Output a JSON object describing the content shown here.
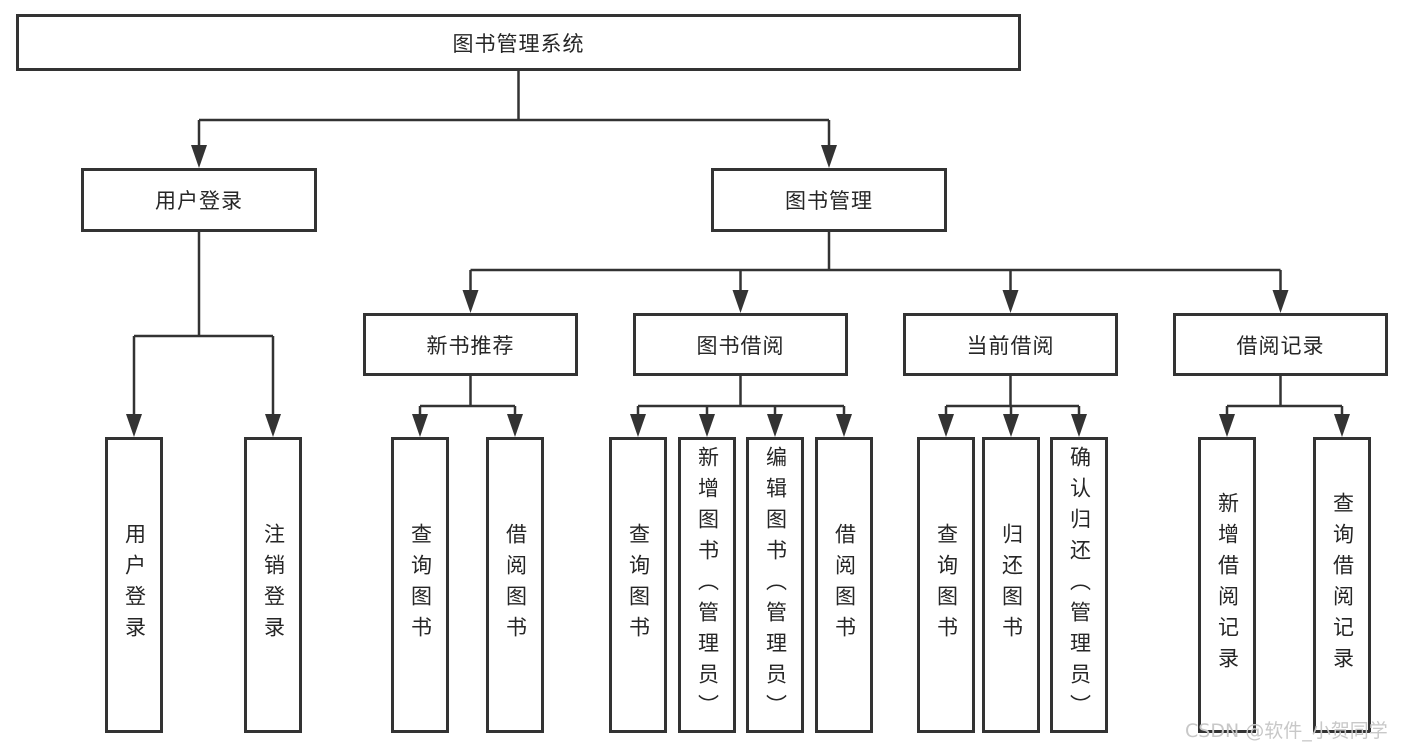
{
  "diagram": {
    "type": "hierarchy-tree",
    "colors": {
      "background": "#ffffff",
      "line": "#333333",
      "text": "#262626",
      "watermark": "#c8c8c8"
    },
    "watermark": {
      "text": "CSDN @软件_小贺同学"
    },
    "root": {
      "label": "图书管理系统",
      "children": [
        {
          "label": "用户登录",
          "children": [
            {
              "label": "用户登录"
            },
            {
              "label": "注销登录"
            }
          ]
        },
        {
          "label": "图书管理",
          "children": [
            {
              "label": "新书推荐",
              "children": [
                {
                  "label": "查询图书"
                },
                {
                  "label": "借阅图书"
                }
              ]
            },
            {
              "label": "图书借阅",
              "children": [
                {
                  "label": "查询图书"
                },
                {
                  "label": "新增图书（管理员）"
                },
                {
                  "label": "编辑图书（管理员）"
                },
                {
                  "label": "借阅图书"
                }
              ]
            },
            {
              "label": "当前借阅",
              "children": [
                {
                  "label": "查询图书"
                },
                {
                  "label": "归还图书"
                },
                {
                  "label": "确认归还（管理员）"
                }
              ]
            },
            {
              "label": "借阅记录",
              "children": [
                {
                  "label": "新增借阅记录"
                },
                {
                  "label": "查询借阅记录"
                }
              ]
            }
          ]
        }
      ]
    }
  }
}
